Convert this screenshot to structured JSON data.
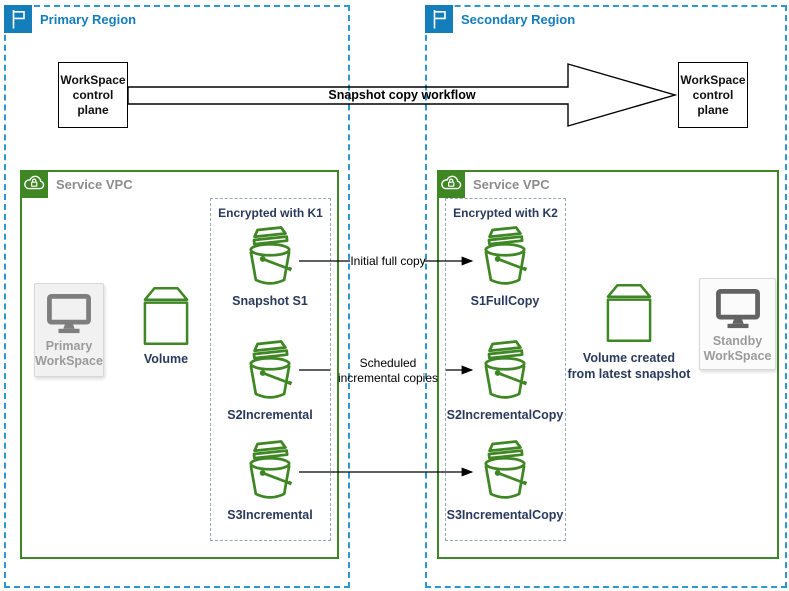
{
  "colors": {
    "region_blue": "#147EBA",
    "region_border_blue": "#2e96d1",
    "vpc_green": "#3F8624",
    "label_navy": "#2A3A5C",
    "muted_gray": "#8C8C8C"
  },
  "icons": {
    "region": "flag-icon",
    "vpc": "cloud-lock-icon",
    "snapshot": "bucket-icon",
    "volume": "volume-box-icon",
    "workspace": "monitor-icon"
  },
  "primary_region": {
    "title": "Primary Region",
    "control_plane": "WorkSpace control plane",
    "vpc": {
      "label": "Service VPC",
      "workspace_label": "Primary WorkSpace",
      "volume_label": "Volume",
      "encrypted": {
        "label": "Encrypted with K1",
        "snapshots": [
          "Snapshot S1",
          "S2Incremental",
          "S3Incremental"
        ]
      }
    }
  },
  "secondary_region": {
    "title": "Secondary Region",
    "control_plane": "WorkSpace control plane",
    "vpc": {
      "label": "Service VPC",
      "workspace_label": "Standby WorkSpace",
      "volume_label_lines": [
        "Volume created",
        "from latest snapshot"
      ],
      "encrypted": {
        "label": "Encrypted with K2",
        "snapshots": [
          "S1FullCopy",
          "S2IncrementalCopy",
          "S3IncrementalCopy"
        ]
      }
    }
  },
  "arrows": {
    "main": "Snapshot copy workflow",
    "initial_copy": "Initial full copy",
    "scheduled_copies": "Scheduled incremental copies"
  }
}
